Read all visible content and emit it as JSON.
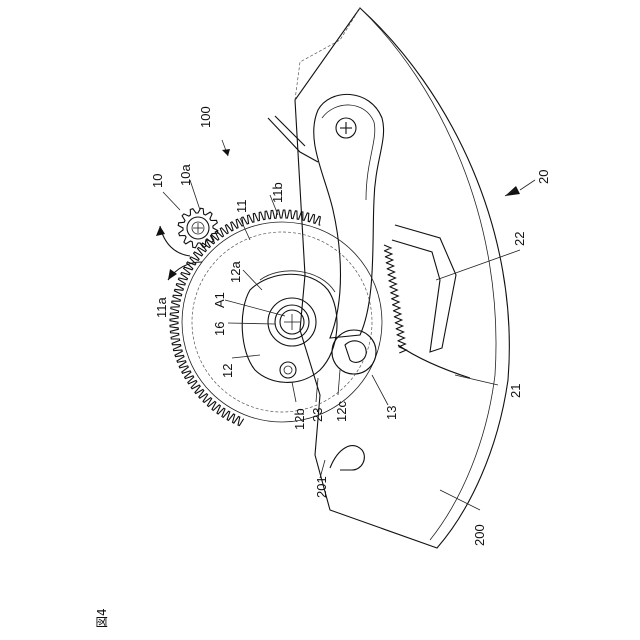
{
  "figure_label": "図4",
  "labels": {
    "l100": "100",
    "l10": "10",
    "l10a": "10a",
    "l11": "11",
    "l11a": "11a",
    "l11b": "11b",
    "l12": "12",
    "l12a": "12a",
    "l12b": "12b",
    "l12c": "12c",
    "l13": "13",
    "l16": "16",
    "lA1": "A1",
    "l20": "20",
    "l21": "21",
    "l22": "22",
    "l23": "23",
    "l200": "200",
    "l201": "201"
  }
}
